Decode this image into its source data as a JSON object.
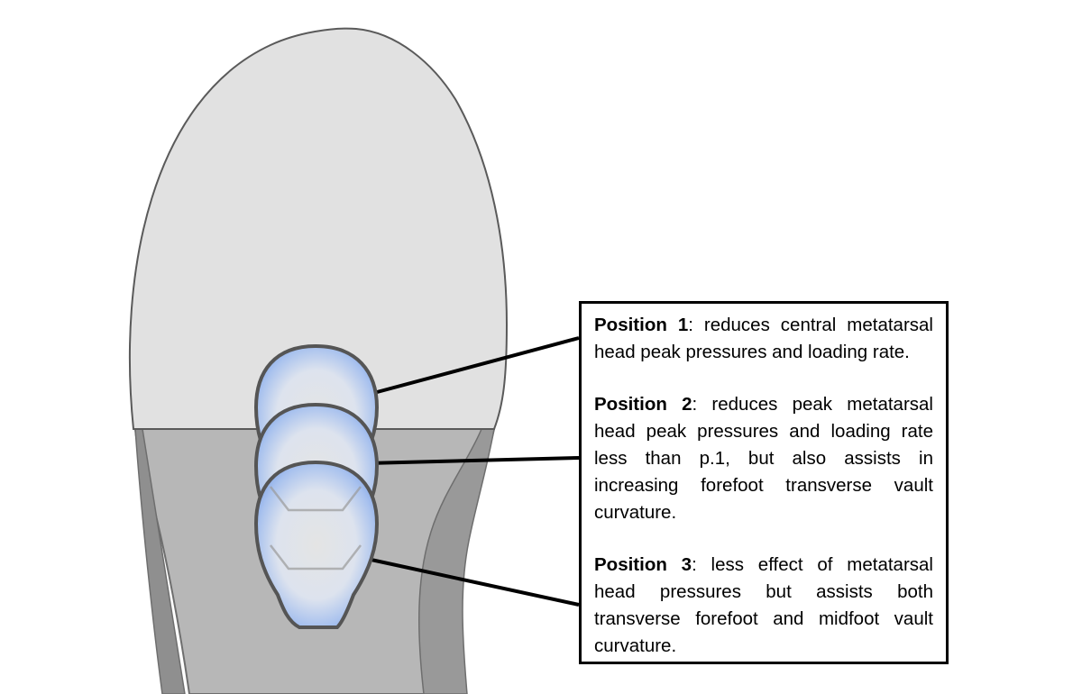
{
  "colors": {
    "forefoot_fill": "#e1e1e1",
    "forefoot_stroke": "#5a5a5a",
    "midfoot_fill": "#b7b7b7",
    "midfoot_side_fill": "#9a9a9a",
    "midfoot_edge_fill": "#8b8b8b",
    "pad_outline": "#555555",
    "pad_glow": "#7ea3e6",
    "pad_center": "#e4e4e4",
    "leader_line": "#000000"
  },
  "pads": [
    {
      "id": "position-1"
    },
    {
      "id": "position-2"
    },
    {
      "id": "position-3"
    }
  ],
  "legend": {
    "entries": [
      {
        "title": "Position 1",
        "text": ": reduces central metatarsal head peak pressures and loading rate."
      },
      {
        "title": "Position 2",
        "text": ": reduces peak metatarsal head peak pressures and loading rate less than p.1, but also assists in increasing forefoot transverse vault curvature."
      },
      {
        "title": "Position 3",
        "text": ": less effect of metatarsal head pressures but assists both transverse forefoot and midfoot vault curvature."
      }
    ]
  }
}
